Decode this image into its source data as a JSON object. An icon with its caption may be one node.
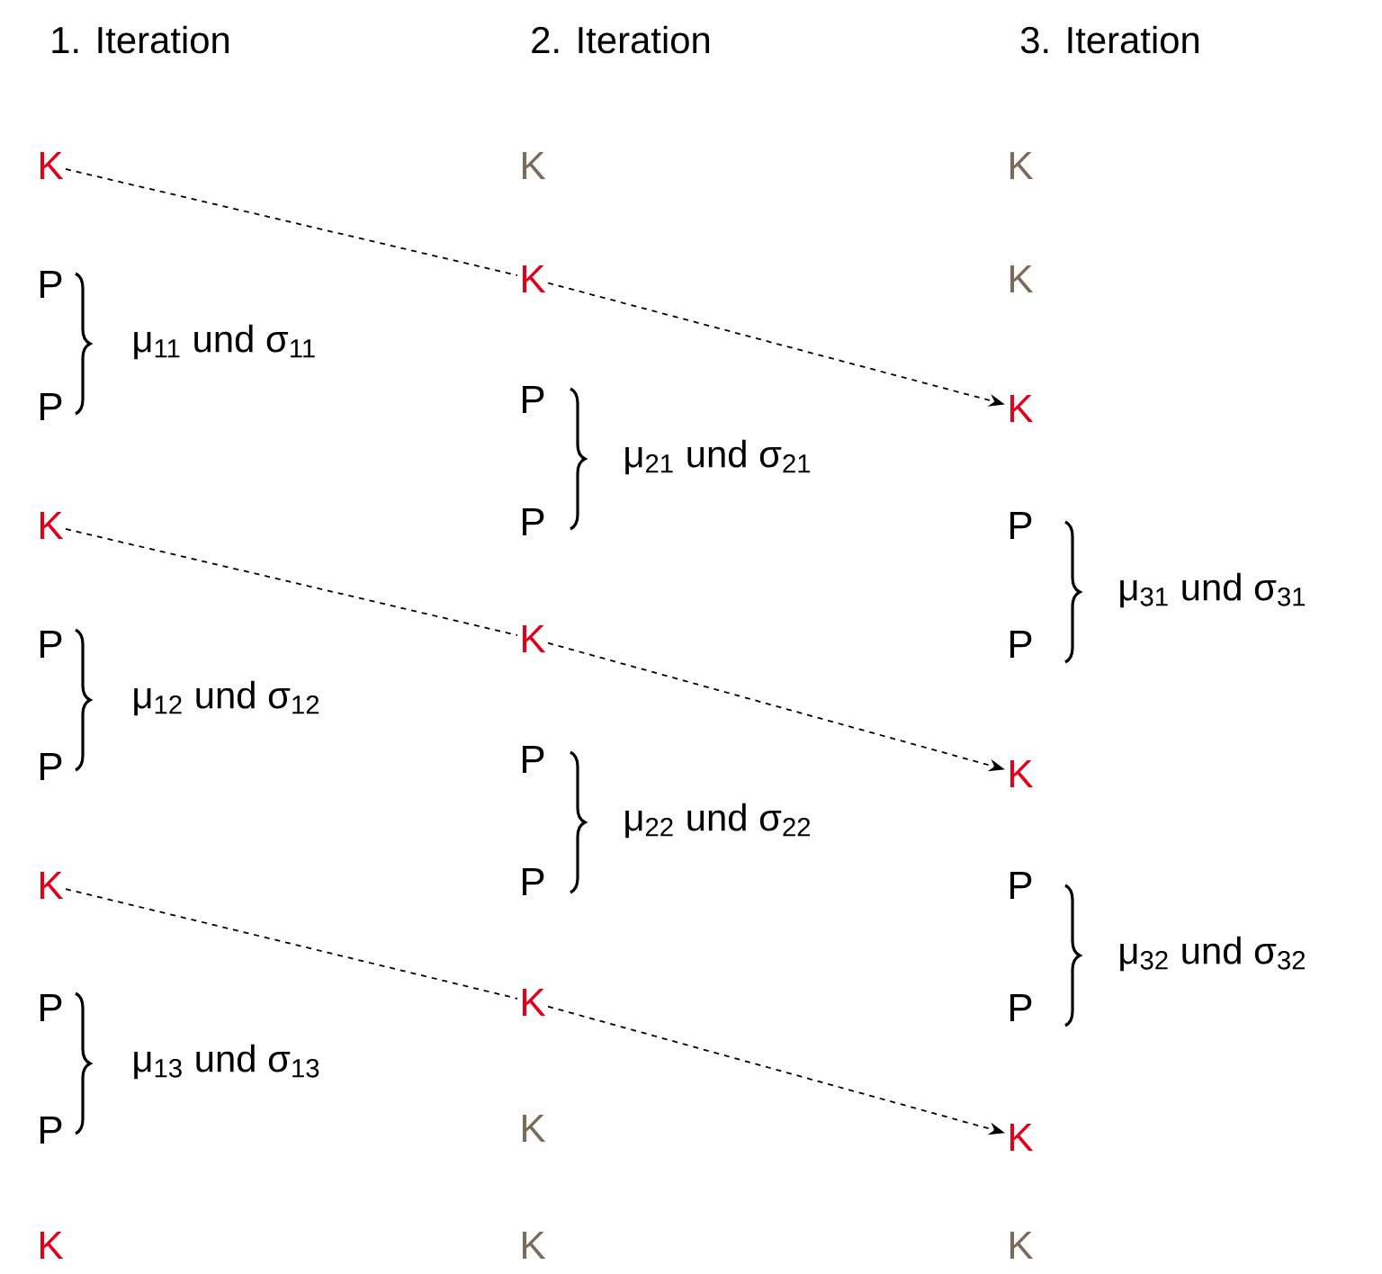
{
  "diagram": {
    "nodes": [
      {
        "text": [
          "K"
        ]
      },
      {
        "text": [
          "K"
        ]
      },
      {
        "text": [
          "K"
        ]
      },
      {
        "text": [
          "K"
        ]
      },
      {
        "text": [
          "K"
        ]
      },
      {
        "text": [
          "K"
        ]
      },
      {
        "text": [
          "K"
        ]
      },
      {
        "text": [
          "K"
        ]
      },
      {
        "text": [
          "K"
        ]
      }
    ],
    "edges": [
      {
        "from": 0,
        "to": 3,
        "arrow": "none",
        "style": "dashed"
      },
      {
        "from": 3,
        "to": 6,
        "arrow": "to",
        "style": "dashed"
      },
      {
        "from": 1,
        "to": 4,
        "arrow": "none",
        "style": "dashed"
      },
      {
        "from": 4,
        "to": 7,
        "arrow": "to",
        "style": "dashed"
      },
      {
        "from": 2,
        "to": 5,
        "arrow": "none",
        "style": "dashed"
      },
      {
        "from": 5,
        "to": 8,
        "arrow": "to",
        "style": "dashed"
      }
    ],
    "labels": [
      "1. Iteration",
      "P",
      "P",
      "μ$_{11}$ und σ$_{11}$",
      "P",
      "P",
      "μ$_{12}$ und σ$_{12}$",
      "P",
      "P",
      "μ$_{13}$ und σ$_{13}$",
      "K",
      "2. Iteration",
      "K",
      "P",
      "P",
      "μ$_{21}$ und σ$_{21}$",
      "P",
      "P",
      "μ$_{22}$ und σ$_{22}$",
      "K",
      "K",
      "3. Iteration",
      "K",
      "K",
      "P",
      "P",
      "μ$_{31}$ und σ$_{31}$",
      "P",
      "P",
      "μ$_{32}$ und σ$_{32}$",
      "K"
    ]
  }
}
